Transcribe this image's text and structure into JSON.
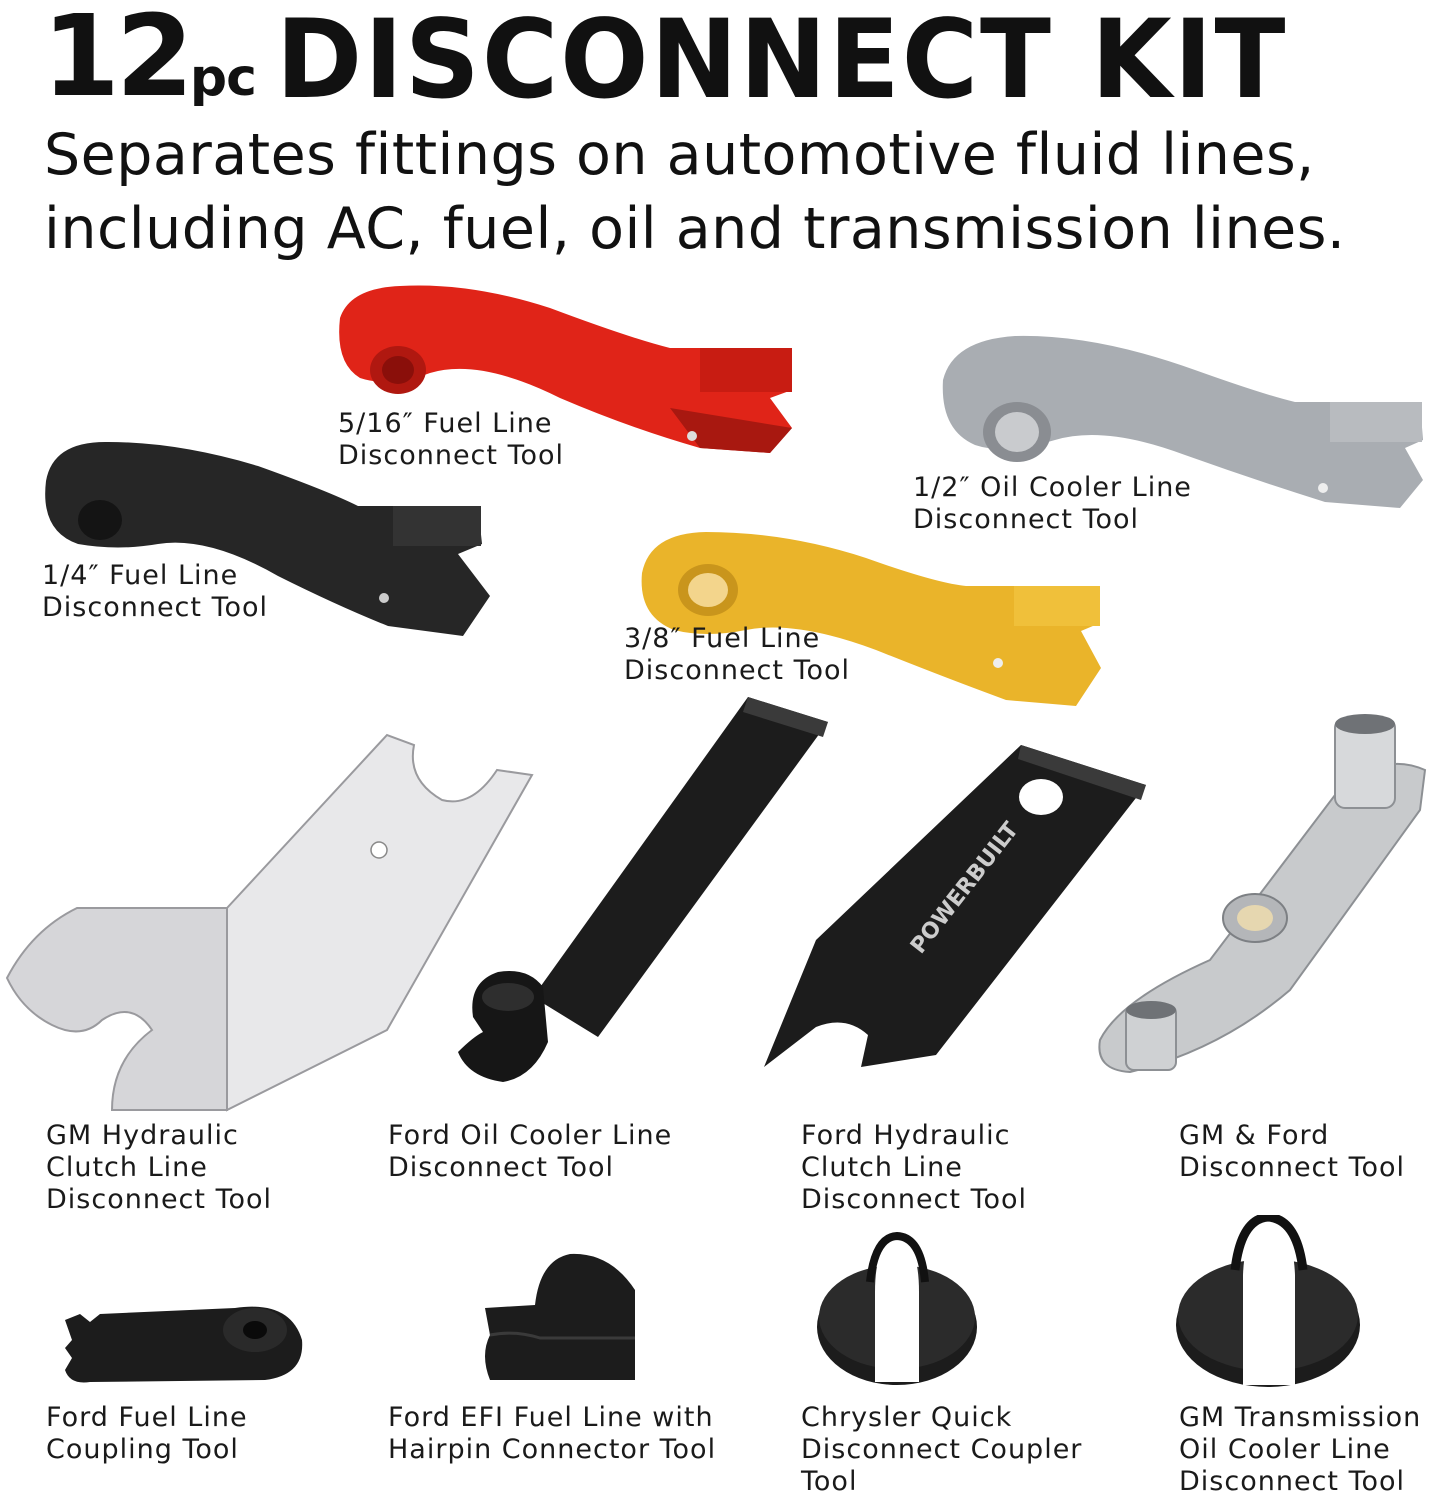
{
  "title": {
    "number": "12",
    "unit": "pc",
    "text": "DISCONNECT KIT"
  },
  "subtitle": {
    "line1": "Separates fittings on automotive fluid lines,",
    "line2": "including AC, fuel, oil and transmission lines."
  },
  "brand_text": "POWERBUILT",
  "tools": [
    {
      "lines": [
        "5/16″ Fuel Line",
        "Disconnect Tool"
      ],
      "color": "#e02418"
    },
    {
      "lines": [
        "1/2″ Oil Cooler Line",
        "Disconnect Tool"
      ],
      "color": "#a9adb2"
    },
    {
      "lines": [
        "1/4″ Fuel Line",
        "Disconnect Tool"
      ],
      "color": "#262626"
    },
    {
      "lines": [
        "3/8″ Fuel Line",
        "Disconnect Tool"
      ],
      "color": "#eab42a"
    },
    {
      "lines": [
        "GM Hydraulic",
        "Clutch Line",
        "Disconnect Tool"
      ],
      "color": "#e6e6e8"
    },
    {
      "lines": [
        "Ford Oil Cooler Line",
        "Disconnect Tool"
      ],
      "color": "#1c1c1c"
    },
    {
      "lines": [
        "Ford Hydraulic",
        "Clutch Line",
        "Disconnect Tool"
      ],
      "color": "#1c1c1c"
    },
    {
      "lines": [
        "GM & Ford",
        "Disconnect Tool"
      ],
      "color": "#c8cacc"
    },
    {
      "lines": [
        "Ford Fuel Line",
        "Coupling Tool"
      ],
      "color": "#1c1c1c"
    },
    {
      "lines": [
        "Ford EFI Fuel Line with",
        "Hairpin Connector Tool"
      ],
      "color": "#1c1c1c"
    },
    {
      "lines": [
        "Chrysler Quick",
        "Disconnect Coupler",
        "Tool"
      ],
      "color": "#1c1c1c"
    },
    {
      "lines": [
        "GM Transmission",
        "Oil Cooler Line",
        "Disconnect Tool"
      ],
      "color": "#1c1c1c"
    }
  ]
}
